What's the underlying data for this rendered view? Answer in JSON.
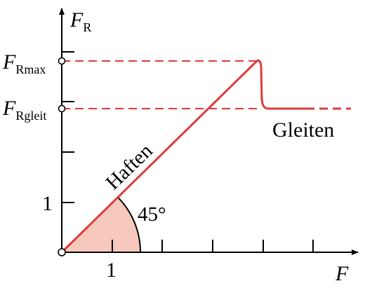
{
  "axes": {
    "y_label_main": "F",
    "y_label_sub": "R",
    "x_label": "F",
    "y_tick_one": "1",
    "x_tick_one": "1"
  },
  "levels": {
    "max_main": "F",
    "max_sub": "Rmax",
    "gleit_main": "F",
    "gleit_sub": "Rgleit"
  },
  "annotations": {
    "haften": "Haften",
    "gleiten": "Gleiten",
    "angle": "45°"
  },
  "colors": {
    "axis": "#000000",
    "curve": "#e03a3a",
    "angle_fill": "#f7c9bc"
  }
}
